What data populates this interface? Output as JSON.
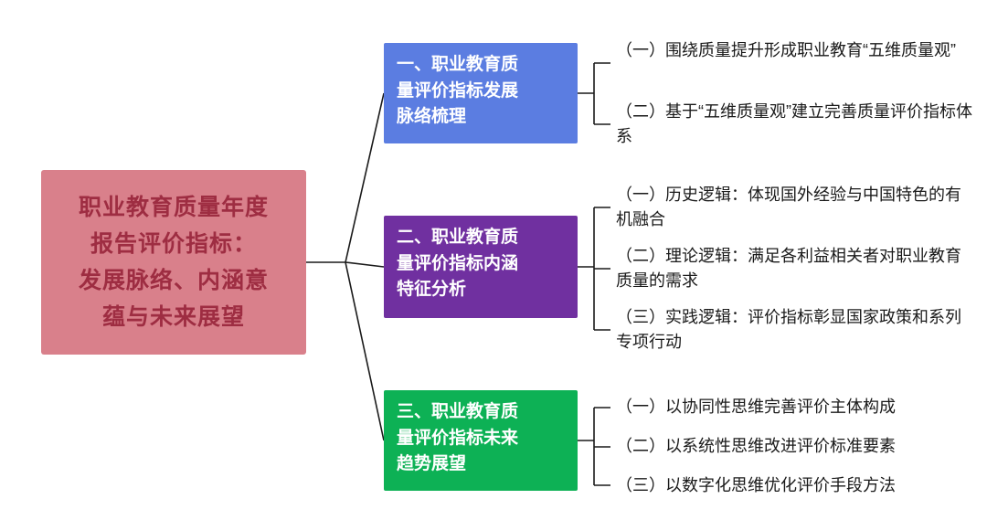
{
  "root": {
    "title": "职业教育质量年度\n报告评价指标：\n发展脉络、内涵意\n蕴与未来展望",
    "bg_color": "#d9808b",
    "text_color": "#9e2d42"
  },
  "branches": [
    {
      "label": "一、职业教育质\n量评价指标发展\n脉络梳理",
      "color": "#5b7de1",
      "items": [
        "（一）围绕质量提升形成职业教育“五维质量观”",
        "（二）基于“五维质量观”建立完善质量评价指标体系"
      ]
    },
    {
      "label": "二、职业教育质\n量评价指标内涵\n特征分析",
      "color": "#7030a0",
      "items": [
        "（一）历史逻辑：体现国外经验与中国特色的有机融合",
        "（二）理论逻辑：满足各利益相关者对职业教育质量的需求",
        "（三）实践逻辑：评价指标彰显国家政策和系列专项行动"
      ]
    },
    {
      "label": "三、职业教育质\n量评价指标未来\n趋势展望",
      "color": "#0db155",
      "items": [
        "（一）以协同性思维完善评价主体构成",
        "（二）以系统性思维改进评价标准要素",
        "（三）以数字化思维优化评价手段方法"
      ]
    }
  ]
}
